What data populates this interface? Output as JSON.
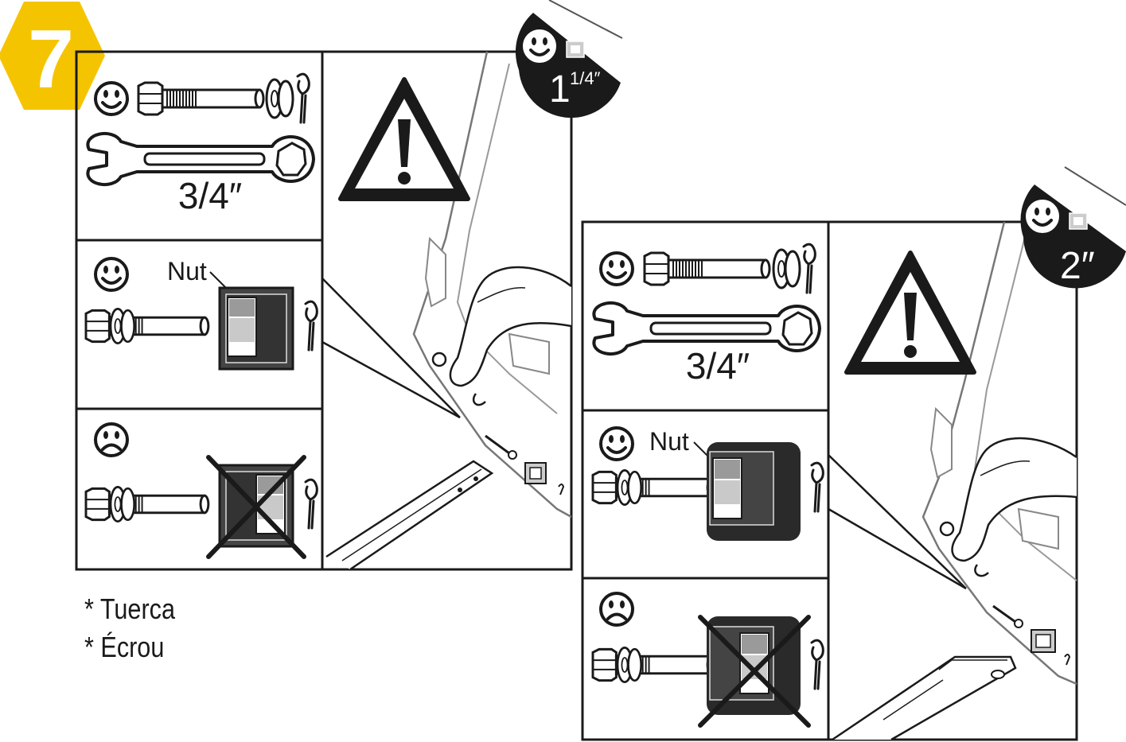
{
  "step": {
    "number": "7",
    "badge_color": "#f5c400"
  },
  "panel_1_1_4": {
    "corner_size_prefix": "1",
    "corner_size_fraction": "1/4″",
    "wrench_size": "3/4″",
    "nut_label": "Nut"
  },
  "panel_2": {
    "corner_size": "2″",
    "wrench_size": "3/4″",
    "nut_label": "Nut"
  },
  "translations": [
    "* Tuerca",
    "* Écrou"
  ]
}
